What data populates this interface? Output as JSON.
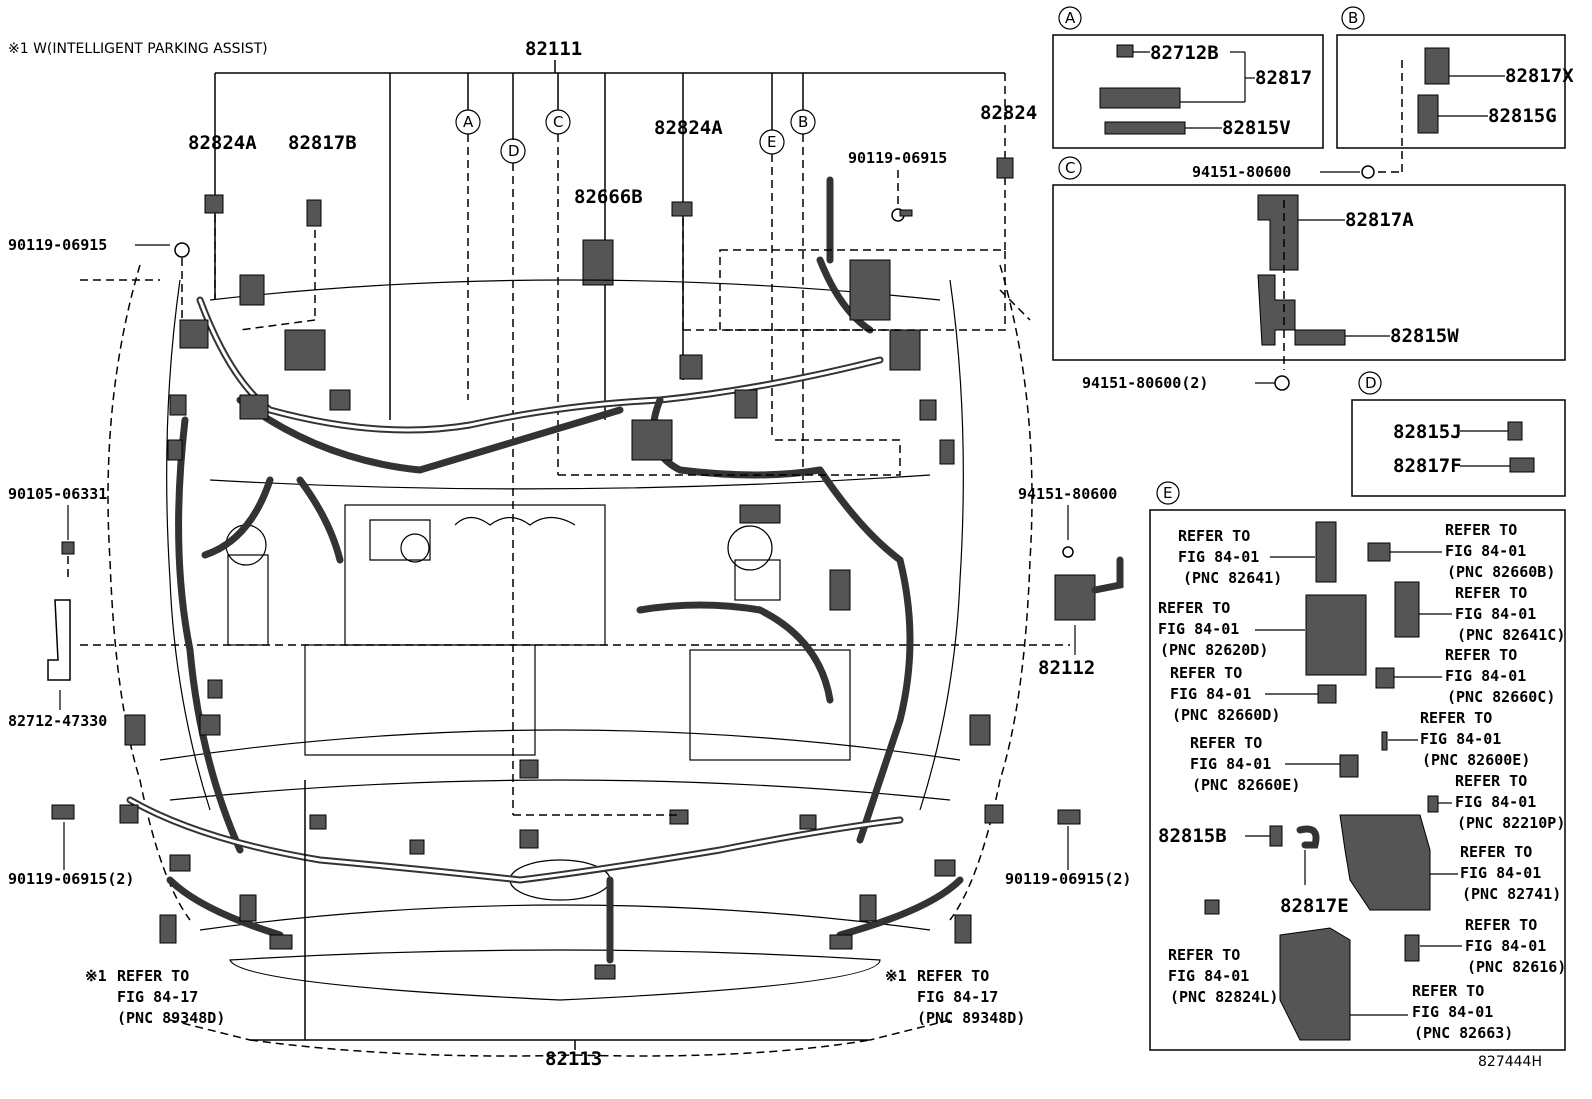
{
  "header_note": "※1 W(INTELLIGENT PARKING ASSIST)",
  "main_labels": {
    "p82111": "82111",
    "p82824A_left": "82824A",
    "p82817B": "82817B",
    "p82824A_mid": "82824A",
    "p82824": "82824",
    "p82666B": "82666B",
    "bolt_top": "90119-06915",
    "bolt_left": "90119-06915",
    "p90105": "90105-06331",
    "p82712": "82712-47330",
    "bolt_bottom_left": "90119-06915(2)",
    "bolt_bottom_right": "90119-06915(2)",
    "p94151_right": "94151-80600",
    "p82112": "82112",
    "p82113": "82113"
  },
  "callouts": {
    "A": "A",
    "B": "B",
    "C": "C",
    "D": "D",
    "E": "E"
  },
  "refer_left": {
    "mark": "※1",
    "l1": "REFER TO",
    "l2": "FIG 84-17",
    "l3": "(PNC 89348D)"
  },
  "refer_right": {
    "mark": "※1",
    "l1": "REFER TO",
    "l2": "FIG 84-17",
    "l3": "(PNC 89348D)"
  },
  "boxA": {
    "p1": "82712B",
    "p2": "82817",
    "p3": "82815V"
  },
  "boxB": {
    "p1": "82817X",
    "p2": "82815G"
  },
  "between_BC": "94151-80600",
  "boxC": {
    "p1": "82817A",
    "p2": "82815W"
  },
  "below_C": "94151-80600(2)",
  "boxD": {
    "p1": "82815J",
    "p2": "82817F"
  },
  "boxE": {
    "refer": "REFER TO",
    "fig": "FIG 84-01",
    "pnc_82641": "(PNC 82641)",
    "pnc_82660B": "(PNC 82660B)",
    "pnc_82641C": "(PNC 82641C)",
    "pnc_82620D": "(PNC 82620D)",
    "pnc_82660C": "(PNC 82660C)",
    "pnc_82660D": "(PNC 82660D)",
    "pnc_82600E": "(PNC 82600E)",
    "pnc_82660E": "(PNC 82660E)",
    "pnc_82210P": "(PNC 82210P)",
    "pnc_82741": "(PNC 82741)",
    "pnc_82616": "(PNC 82616)",
    "pnc_82824L": "(PNC 82824L)",
    "pnc_82663": "(PNC 82663)",
    "p82815B": "82815B",
    "p82817E": "82817E"
  },
  "figure_code": "827444H"
}
